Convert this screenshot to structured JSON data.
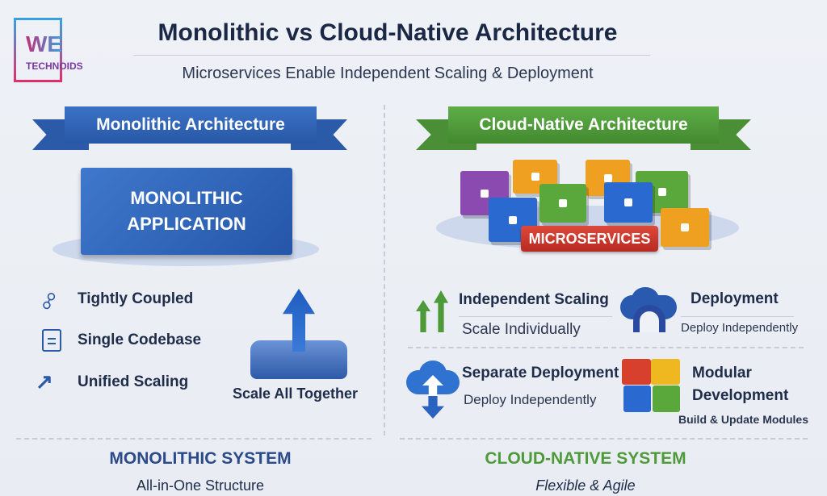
{
  "logo": {
    "text_top": "WE",
    "text_bottom": "TECHNOIDS"
  },
  "header": {
    "title": "Monolithic vs Cloud-Native Architecture",
    "subtitle": "Microservices Enable Independent Scaling & Deployment"
  },
  "left": {
    "ribbon": "Monolithic Architecture",
    "app_box": [
      "MONOLITHIC",
      "APPLICATION"
    ],
    "features": [
      {
        "icon": "link-icon",
        "label": "Tightly Coupled"
      },
      {
        "icon": "document-icon",
        "label": "Single Codebase"
      },
      {
        "icon": "trend-up-icon",
        "label": "Unified Scaling"
      }
    ],
    "scale_label": "Scale All Together",
    "footer_title": "MONOLITHIC SYSTEM",
    "footer_sub": "All-in-One Structure"
  },
  "right": {
    "ribbon": "Cloud-Native Architecture",
    "microservices_label": "MICROSERVICES",
    "features": [
      {
        "icon": "scale-arrows-icon",
        "title": "Independent Scaling",
        "desc": "Scale Individually"
      },
      {
        "icon": "cloud-deploy-icon",
        "title": "Deployment",
        "desc": "Deploy Independently"
      },
      {
        "icon": "cloud-upload-icon",
        "title": "Separate Deployment",
        "desc": "Deploy Independently"
      },
      {
        "icon": "puzzle-icon",
        "title_1": "Modular",
        "title_2": "Development",
        "desc": "Build & Update Modules"
      }
    ],
    "footer_title": "CLOUD-NATIVE SYSTEM",
    "footer_sub": "Flexible & Agile"
  },
  "colors": {
    "blue": "#2f62b8",
    "green": "#4e9a3a",
    "red": "#c9302c"
  }
}
